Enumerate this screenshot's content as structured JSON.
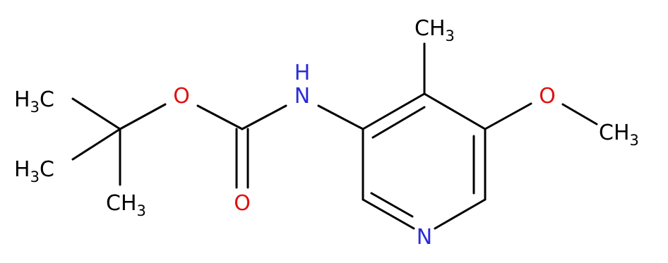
{
  "molecule": {
    "colors": {
      "bond": "#000000",
      "carbon": "#000000",
      "nitrogen": "#2c2cd8",
      "oxygen": "#e01010"
    },
    "labels": {
      "ch3_top": {
        "main": "CH",
        "sub": "3"
      },
      "h3c_upper": {
        "h": "H",
        "sub": "3",
        "c": "C"
      },
      "h3c_lower": {
        "h": "H",
        "sub": "3",
        "c": "C"
      },
      "ch3_bottom": {
        "main": "CH",
        "sub": "3"
      },
      "o_ester": "O",
      "o_carbonyl": "O",
      "nh": "H",
      "n_amide": "N",
      "o_methoxy": "O",
      "och3": {
        "main": "CH",
        "sub": "3"
      },
      "n_ring": "N"
    }
  }
}
